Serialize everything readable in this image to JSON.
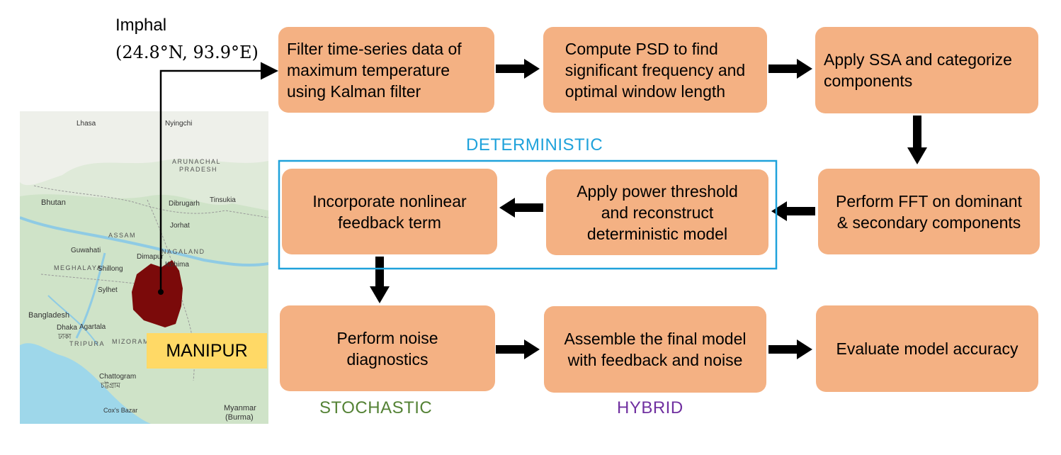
{
  "location": {
    "city": "Imphal",
    "coords": "(24.8°N, 93.9°E)",
    "state_tag": "MANIPUR"
  },
  "map": {
    "places": [
      "Lhasa",
      "Nyingchi",
      "ARUNACHAL",
      "PRADESH",
      "Bhutan",
      "Dibrugarh",
      "Tinsukia",
      "Jorhat",
      "ASSAM",
      "Guwahati",
      "NAGALAND",
      "Dimapur",
      "MEGHALAYA",
      "Shillong",
      "Kohima",
      "Sylhet",
      "Bangladesh",
      "Dhaka",
      "ঢাকা",
      "Agartala",
      "TRIPURA",
      "MIZORAM",
      "Chattogram",
      "চট্টগ্রাম",
      "Cox's Bazar",
      "Myanmar",
      "(Burma)"
    ]
  },
  "steps": {
    "s1": "Filter time-series data of\nmaximum temperature\nusing Kalman filter",
    "s2": "Compute PSD to find\nsignificant frequency and\noptimal window length",
    "s3": "Apply SSA and categorize\ncomponents",
    "s4": "Perform FFT on dominant\n& secondary components",
    "s5": "Apply power threshold\nand reconstruct\ndeterministic model",
    "s6": "Incorporate nonlinear\nfeedback term",
    "s7": "Perform noise\ndiagnostics",
    "s8": "Assemble the final model\nwith feedback and noise",
    "s9": "Evaluate model accuracy"
  },
  "groups": {
    "deterministic": "DETERMINISTIC",
    "stochastic": "STOCHASTIC",
    "hybrid": "HYBRID"
  },
  "colors": {
    "box_fill": "#F4B183",
    "deterministic": "#1FA2DB",
    "stochastic": "#548235",
    "hybrid": "#7030A0",
    "manipur": "#7B0A0A",
    "tag": "#FFD966"
  }
}
